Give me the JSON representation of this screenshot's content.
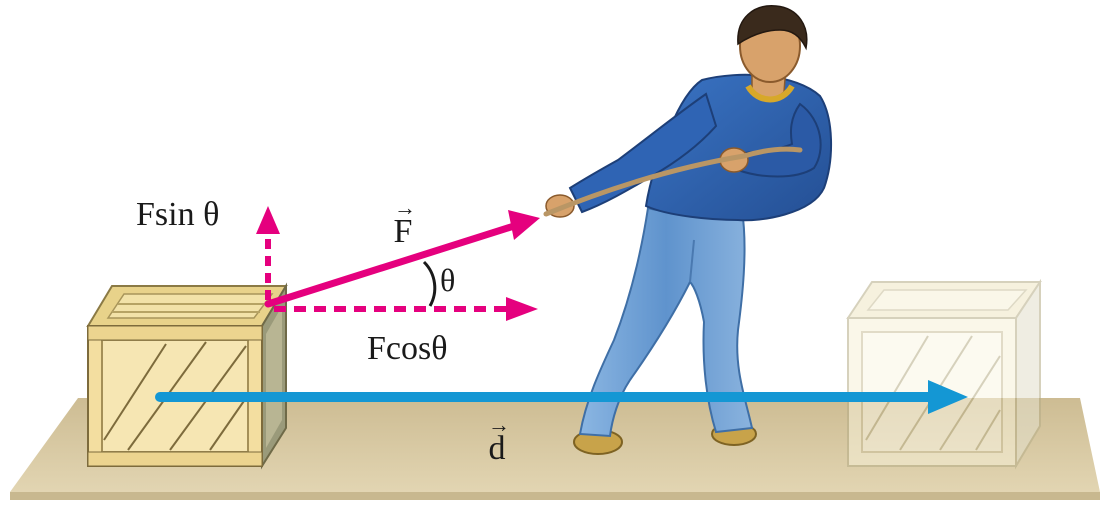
{
  "labels": {
    "f_sin": "Fsin θ",
    "f_cos": "Fcosθ",
    "theta": "θ",
    "force": "F",
    "displacement": "d",
    "vector_arrow": "→"
  },
  "colors": {
    "force_vector": "#e5007e",
    "displacement_vector": "#1497d4",
    "floor": "#d6c6a0",
    "crate": "#f3dea0",
    "crate_faded": "#f4f0dd",
    "shirt": "#2f64b4",
    "jeans": "#6e9fd2"
  }
}
